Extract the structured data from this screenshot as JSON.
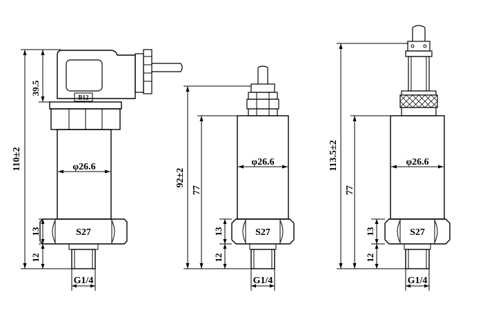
{
  "views": [
    {
      "name": "din-connector-version",
      "connector_label": "B12",
      "total_length": "110±2",
      "connector_height": "39.5",
      "body_diameter": "φ26.6",
      "hex_height": "13",
      "thread_height": "12",
      "hex_size": "S27",
      "thread": "G1/4"
    },
    {
      "name": "cable-gland-version",
      "total_length": "92±2",
      "body_length": "77",
      "body_diameter": "φ26.6",
      "hex_height": "13",
      "thread_height": "12",
      "hex_size": "S27",
      "thread": "G1/4"
    },
    {
      "name": "aviation-plug-version",
      "total_length": "113.5±2",
      "body_length": "77",
      "body_diameter": "φ26.6",
      "hex_height": "13",
      "thread_height": "12",
      "hex_size": "S27",
      "thread": "G1/4"
    }
  ]
}
